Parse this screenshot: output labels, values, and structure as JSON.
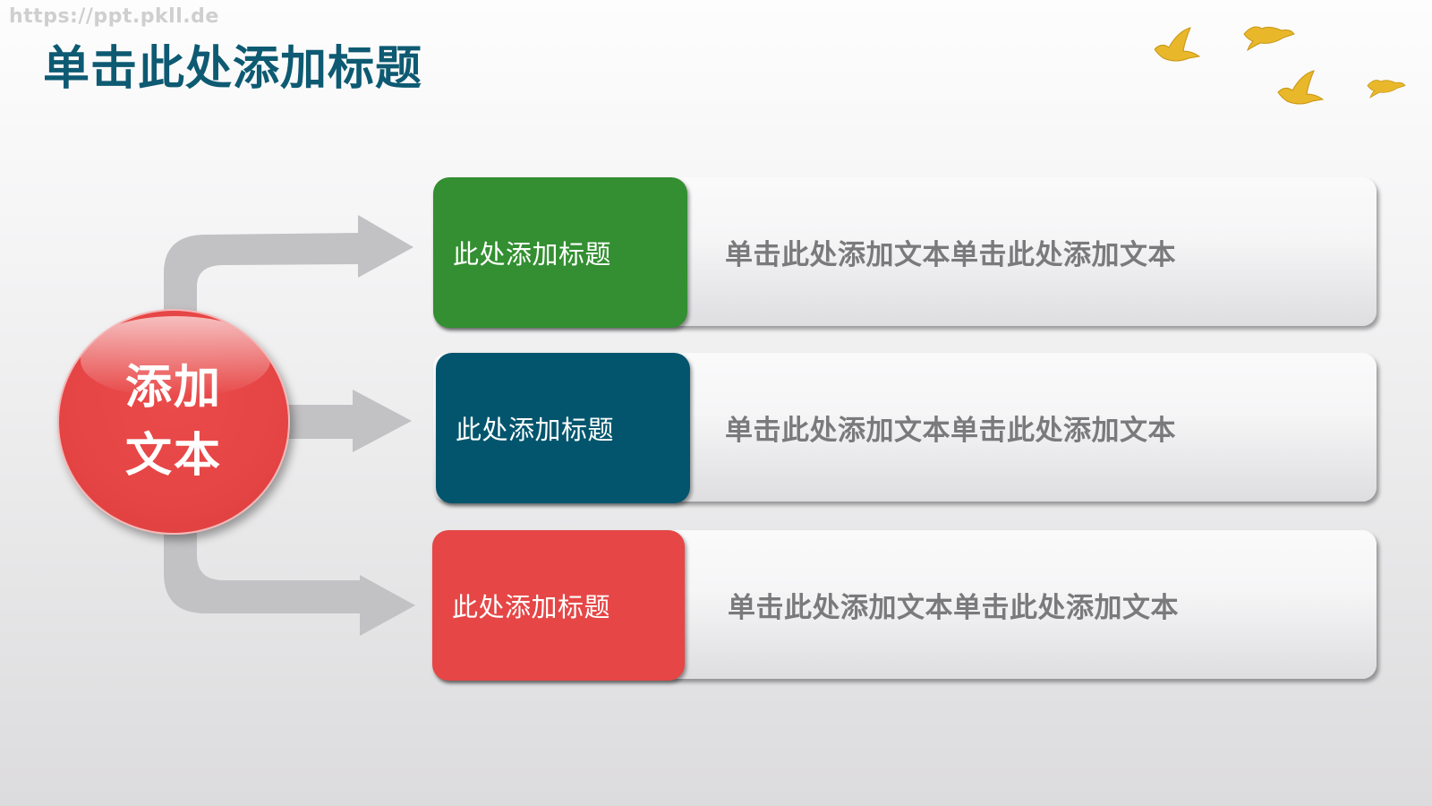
{
  "watermark": "https://ppt.pkll.de",
  "title": "单击此处添加标题",
  "hub": {
    "line1": "添加",
    "line2": "文本",
    "color": "#e64545"
  },
  "arrow_color": "#c2c1c3",
  "rows": [
    {
      "tag_label": "此处添加标题",
      "tag_color": "#338f31",
      "description": "单击此处添加文本单击此处添加文本"
    },
    {
      "tag_label": "此处添加标题",
      "tag_color": "#02556d",
      "description": "单击此处添加文本单击此处添加文本"
    },
    {
      "tag_label": "此处添加标题",
      "tag_color": "#e64646",
      "description": "单击此处添加文本单击此处添加文本"
    }
  ],
  "decorations": {
    "birds_count": 4,
    "bird_color": "#e9b92c"
  }
}
